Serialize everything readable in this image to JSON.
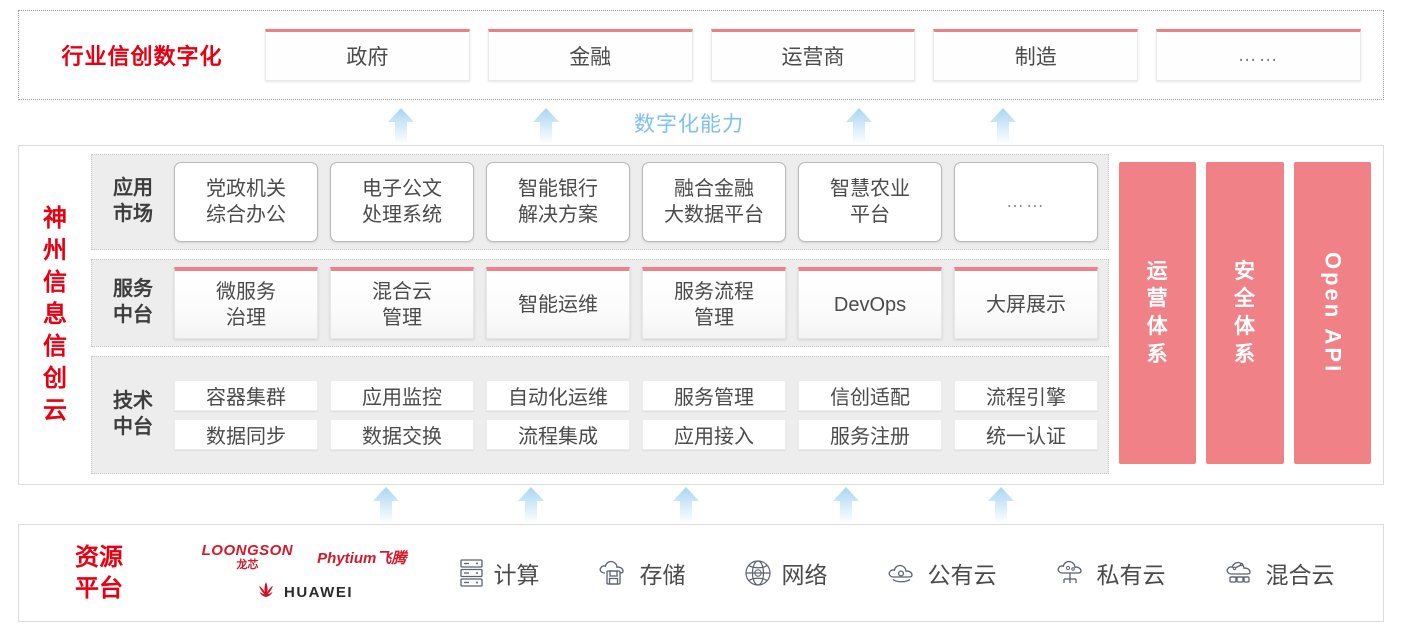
{
  "colors": {
    "brand_red": "#e60012",
    "pink": "#f08186",
    "accent_top_border": "#ef7f86",
    "arrow_blue": "#bfe0f5",
    "capability_text": "#7ec0ee",
    "tier_bg": "#ededed"
  },
  "industry": {
    "title": "行业信创数字化",
    "items": [
      {
        "label": "政府"
      },
      {
        "label": "金融"
      },
      {
        "label": "运营商"
      },
      {
        "label": "制造"
      },
      {
        "label": "……"
      }
    ]
  },
  "capability": {
    "label": "数字化能力",
    "arrow_count_top": 4,
    "arrow_count_bottom": 5
  },
  "cloud": {
    "title_chars": [
      "神",
      "州",
      "信",
      "息",
      "信",
      "创",
      "云"
    ],
    "tiers": [
      {
        "id": "app-market",
        "label_lines": [
          "应用",
          "市场"
        ],
        "cards": [
          {
            "lines": [
              "党政机关",
              "综合办公"
            ]
          },
          {
            "lines": [
              "电子公文",
              "处理系统"
            ]
          },
          {
            "lines": [
              "智能银行",
              "解决方案"
            ]
          },
          {
            "lines": [
              "融合金融",
              "大数据平台"
            ]
          },
          {
            "lines": [
              "智慧农业",
              "平台"
            ]
          },
          {
            "lines": [
              "……"
            ],
            "ellipsis": true
          }
        ]
      },
      {
        "id": "service-platform",
        "label_lines": [
          "服务",
          "中台"
        ],
        "cards": [
          {
            "lines": [
              "微服务",
              "治理"
            ]
          },
          {
            "lines": [
              "混合云",
              "管理"
            ]
          },
          {
            "lines": [
              "智能运维"
            ]
          },
          {
            "lines": [
              "服务流程",
              "管理"
            ]
          },
          {
            "lines": [
              "DevOps"
            ]
          },
          {
            "lines": [
              "大屏展示"
            ]
          }
        ]
      },
      {
        "id": "tech-platform",
        "label_lines": [
          "技术",
          "中台"
        ],
        "rows": [
          [
            "容器集群",
            "应用监控",
            "自动化运维",
            "服务管理",
            "信创适配",
            "流程引擎"
          ],
          [
            "数据同步",
            "数据交换",
            "流程集成",
            "应用接入",
            "服务注册",
            "统一认证"
          ]
        ]
      }
    ],
    "pillars": [
      {
        "id": "operations-system",
        "text": "运营体系",
        "chars": [
          "运",
          "营",
          "体",
          "系"
        ],
        "rotated": false
      },
      {
        "id": "security-system",
        "text": "安全体系",
        "chars": [
          "安",
          "全",
          "体",
          "系"
        ],
        "rotated": false
      },
      {
        "id": "open-api",
        "text": "Open API",
        "rotated": true
      }
    ]
  },
  "resource": {
    "title_lines": [
      "资源",
      "平台"
    ],
    "vendors": [
      {
        "id": "loongson",
        "en": "LOONGSON",
        "cn": "龙芯"
      },
      {
        "id": "phytium",
        "text": "Phytium飞腾"
      },
      {
        "id": "huawei",
        "text": "HUAWEI"
      }
    ],
    "items": [
      {
        "icon": "server-icon",
        "label": "计算"
      },
      {
        "icon": "cloud-storage-icon",
        "label": "存储"
      },
      {
        "icon": "network-globe-icon",
        "label": "网络"
      },
      {
        "icon": "public-cloud-icon",
        "label": "公有云"
      },
      {
        "icon": "private-cloud-icon",
        "label": "私有云"
      },
      {
        "icon": "hybrid-cloud-icon",
        "label": "混合云"
      }
    ]
  }
}
